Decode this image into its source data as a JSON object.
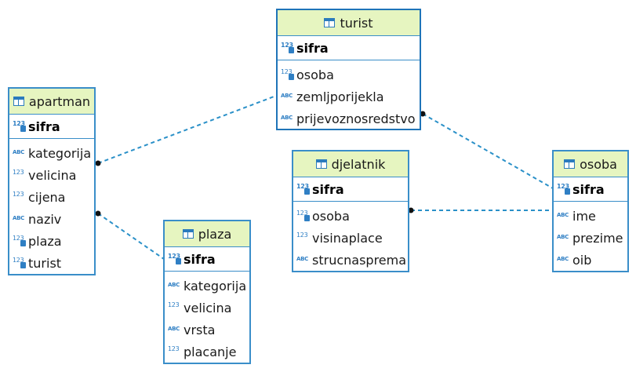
{
  "colors": {
    "border": "#3a8ec9",
    "header": "#e6f5c0",
    "link": "#2a90c8"
  },
  "entities": {
    "turist": {
      "title": "turist",
      "pk": {
        "type": "123",
        "name": "sifra"
      },
      "columns": [
        {
          "type": "123",
          "name": "osoba"
        },
        {
          "type": "ABC",
          "name": "zemljporijekla"
        },
        {
          "type": "ABC",
          "name": "prijevoznosredstvo"
        }
      ]
    },
    "apartman": {
      "title": "apartman",
      "pk": {
        "type": "123",
        "name": "sifra"
      },
      "columns": [
        {
          "type": "ABC",
          "name": "kategorija"
        },
        {
          "type": "123",
          "name": "velicina"
        },
        {
          "type": "123",
          "name": "cijena"
        },
        {
          "type": "ABC",
          "name": "naziv"
        },
        {
          "type": "123",
          "name": "plaza"
        },
        {
          "type": "123",
          "name": "turist"
        }
      ]
    },
    "djelatnik": {
      "title": "djelatnik",
      "pk": {
        "type": "123",
        "name": "sifra"
      },
      "columns": [
        {
          "type": "123",
          "name": "osoba"
        },
        {
          "type": "123",
          "name": "visinaplace"
        },
        {
          "type": "ABC",
          "name": "strucnasprema"
        }
      ]
    },
    "osoba": {
      "title": "osoba",
      "pk": {
        "type": "123",
        "name": "sifra"
      },
      "columns": [
        {
          "type": "ABC",
          "name": "ime"
        },
        {
          "type": "ABC",
          "name": "prezime"
        },
        {
          "type": "ABC",
          "name": "oib"
        }
      ]
    },
    "plaza": {
      "title": "plaza",
      "pk": {
        "type": "123",
        "name": "sifra"
      },
      "columns": [
        {
          "type": "ABC",
          "name": "kategorija"
        },
        {
          "type": "123",
          "name": "velicina"
        },
        {
          "type": "ABC",
          "name": "vrsta"
        },
        {
          "type": "123",
          "name": "placanje"
        }
      ]
    }
  }
}
